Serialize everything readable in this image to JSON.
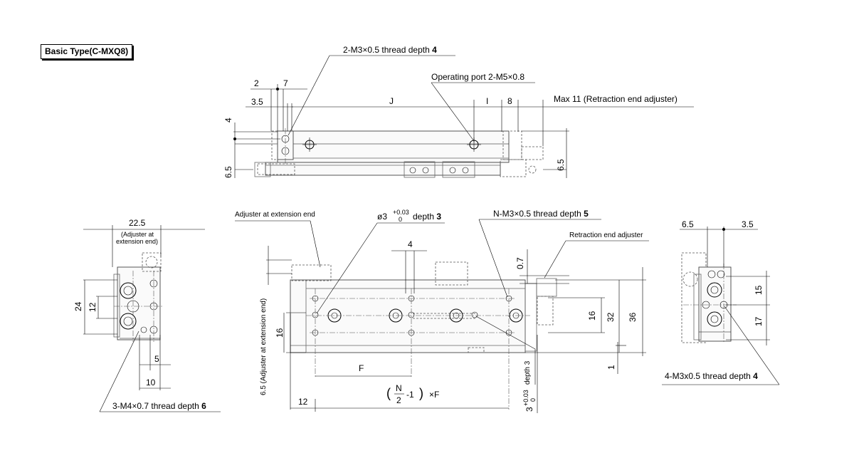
{
  "title": "Basic Type(C-MXQ8)",
  "callouts": {
    "top_thread_text": "2-M3×0.5 thread depth ",
    "top_thread_depth": "4",
    "operating_port": "Operating port 2-M5×0.8",
    "max_retraction": "Max 11 (Retraction end adjuster)",
    "adjuster_extension_end": "Adjuster at extension end",
    "pin_hole_prefix": "ø3",
    "pin_hole_tol_upper": "+0.03",
    "pin_hole_tol_lower": "0",
    "pin_hole_depth_text": "depth ",
    "pin_hole_depth": "3",
    "n_thread_text": "N-M3×0.5 thread depth ",
    "n_thread_depth": "5",
    "retraction_end_adjuster": "Retraction end adjuster",
    "left_adjuster_note_1": "(Adjuster at",
    "left_adjuster_note_2": "extension end)",
    "m4_thread_text": "3-M4×0.7  thread depth ",
    "m4_thread_depth": "6",
    "right_thread_text": "4-M3x0.5 thread depth ",
    "right_thread_depth": "4",
    "vertical_adjuster_note": "6.5 (Adjuster at extension end)",
    "bottom_pin_main": "3",
    "bottom_pin_upper": "+0.03",
    "bottom_pin_lower": "0",
    "bottom_pin_depth": "depth 3",
    "formula_n": "N",
    "formula_den": "2",
    "formula_tail": "-1",
    "formula_factor": "×F"
  },
  "dimensions": {
    "top": {
      "d2": "2",
      "d7": "7",
      "d3_5": "3.5",
      "d4": "4",
      "dJ": "J",
      "dI": "I",
      "d8": "8",
      "d6_5_left": "6.5",
      "d6_5_right": "6.5"
    },
    "left": {
      "d22_5": "22.5",
      "d24": "24",
      "d12": "12",
      "d5": "5",
      "d10": "10"
    },
    "front": {
      "d4": "4",
      "d0_7": "0.7",
      "d16_left": "16",
      "d16_right": "16",
      "d32": "32",
      "d36": "36",
      "d1": "1",
      "dF": "F",
      "d12": "12"
    },
    "right": {
      "d6_5": "6.5",
      "d3_5": "3.5",
      "d15": "15",
      "d17": "17"
    }
  }
}
